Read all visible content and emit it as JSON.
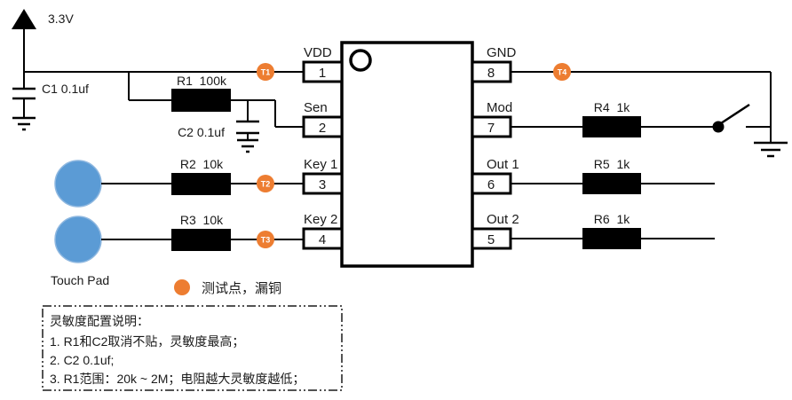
{
  "colors": {
    "test_point_orange": "#ED7D31",
    "touch_pad_blue": "#5B9BD5",
    "wire_black": "#000000",
    "text_dark": "#1a1a1a"
  },
  "power": {
    "label": "3.3V"
  },
  "components": {
    "c1": "C1 0.1uf",
    "c2": "C2 0.1uf",
    "r1": "R1  100k",
    "r2": "R2  10k",
    "r3": "R3  10k",
    "r4": "R4  1k",
    "r5": "R5  1k",
    "r6": "R6  1k"
  },
  "ic": {
    "left_pins": [
      {
        "name": "VDD",
        "num": "1"
      },
      {
        "name": "Sen",
        "num": "2"
      },
      {
        "name": "Key 1",
        "num": "3"
      },
      {
        "name": "Key 2",
        "num": "4"
      }
    ],
    "right_pins": [
      {
        "name": "GND",
        "num": "8"
      },
      {
        "name": "Mod",
        "num": "7"
      },
      {
        "name": "Out 1",
        "num": "6"
      },
      {
        "name": "Out 2",
        "num": "5"
      }
    ]
  },
  "test_points": {
    "t1": "T1",
    "t2": "T2",
    "t3": "T3",
    "t4": "T4"
  },
  "touch_pad": {
    "label": "Touch Pad"
  },
  "legend": {
    "text": "测试点，漏铜"
  },
  "notes": {
    "title": "灵敏度配置说明：",
    "line1": "1. R1和C2取消不贴，灵敏度最高；",
    "line2": "2. C2 0.1uf;",
    "line3": "3. R1范围：20k ~ 2M；电阻越大灵敏度越低；"
  }
}
